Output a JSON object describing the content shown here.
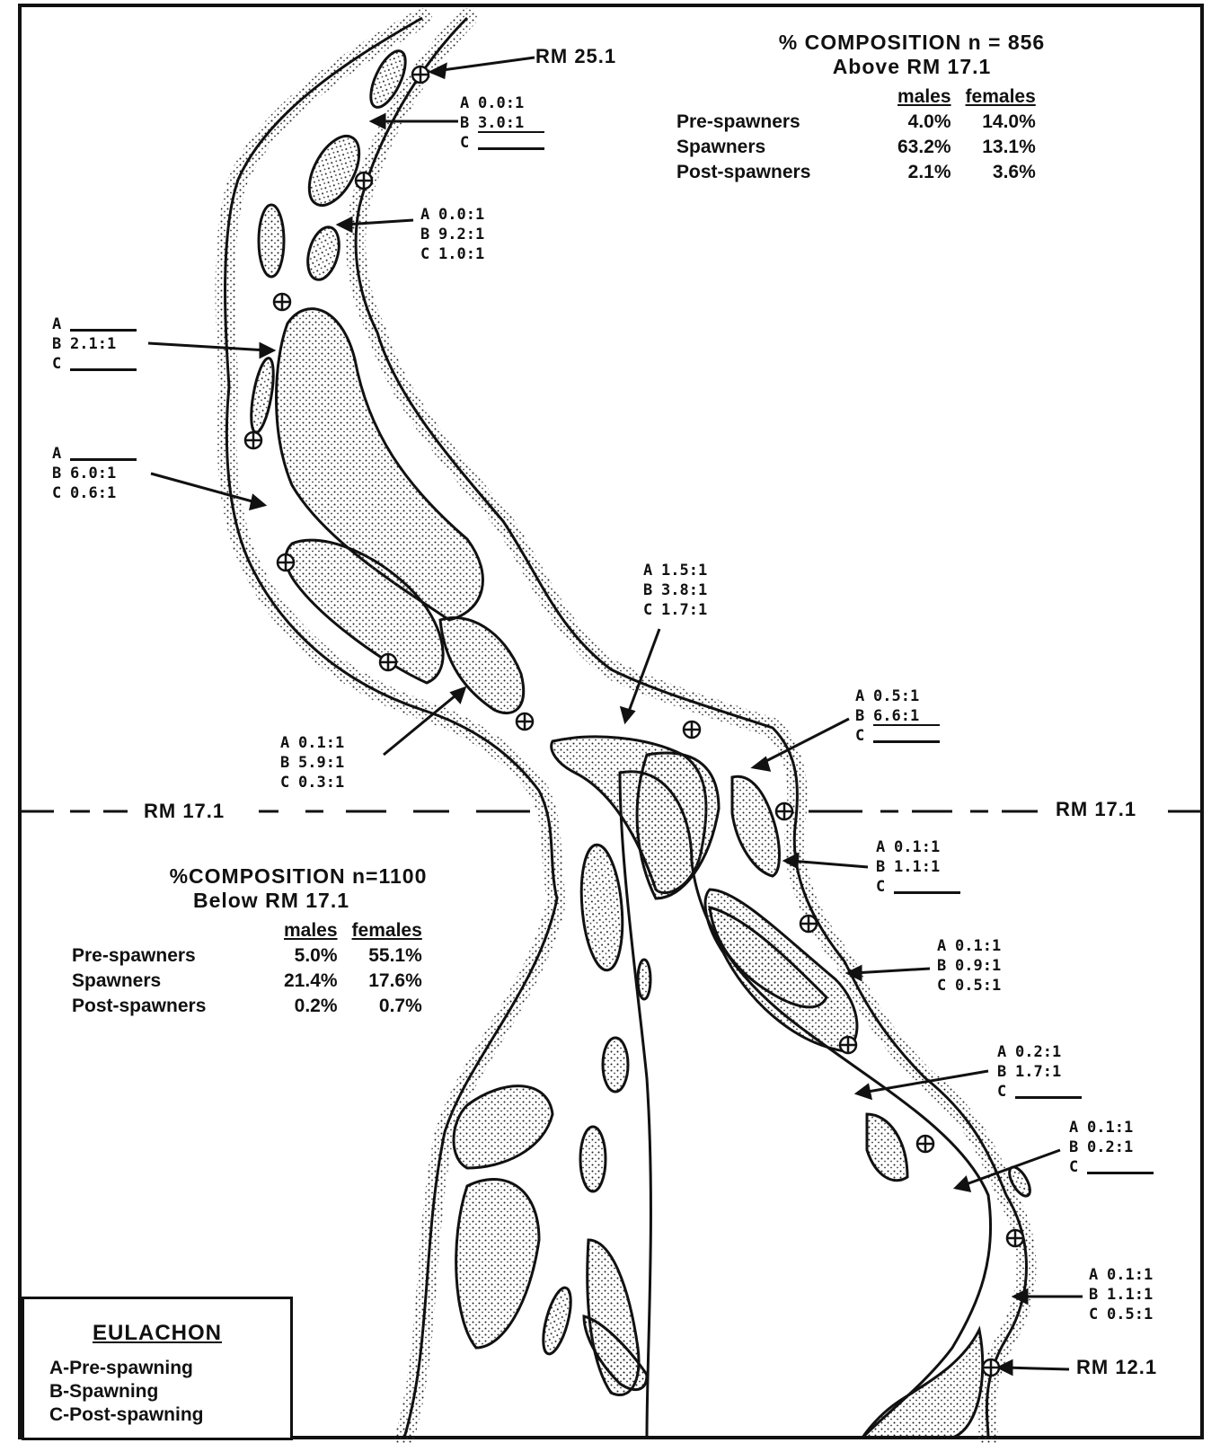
{
  "river_marks": {
    "rm_top": "RM 25.1",
    "rm_mid_left": "RM 17.1",
    "rm_mid_right": "RM 17.1",
    "rm_bottom": "RM 12.1"
  },
  "above": {
    "title": "% COMPOSITION n = 856",
    "subtitle": "Above RM 17.1",
    "col_males": "males",
    "col_females": "females",
    "rows": [
      {
        "label": "Pre-spawners",
        "males": "4.0%",
        "females": "14.0%"
      },
      {
        "label": "Spawners",
        "males": "63.2%",
        "females": "13.1%"
      },
      {
        "label": "Post-spawners",
        "males": "2.1%",
        "females": "3.6%"
      }
    ]
  },
  "below": {
    "title": "%COMPOSITION n=1100",
    "subtitle": "Below RM 17.1",
    "col_males": "males",
    "col_females": "females",
    "rows": [
      {
        "label": "Pre-spawners",
        "males": "5.0%",
        "females": "55.1%"
      },
      {
        "label": "Spawners",
        "males": "21.4%",
        "females": "17.6%"
      },
      {
        "label": "Post-spawners",
        "males": "0.2%",
        "females": "0.7%"
      }
    ]
  },
  "stations": [
    {
      "a": "0.0:1",
      "b": "3.0:1",
      "c": ""
    },
    {
      "a": "0.0:1",
      "b": "9.2:1",
      "c": "1.0:1"
    },
    {
      "a": "",
      "b": "2.1:1",
      "c": ""
    },
    {
      "a": "",
      "b": "6.0:1",
      "c": "0.6:1"
    },
    {
      "a": "1.5:1",
      "b": "3.8:1",
      "c": "1.7:1"
    },
    {
      "a": "0.1:1",
      "b": "5.9:1",
      "c": "0.3:1"
    },
    {
      "a": "0.5:1",
      "b": "6.6:1",
      "c": ""
    },
    {
      "a": "0.1:1",
      "b": "1.1:1",
      "c": ""
    },
    {
      "a": "0.1:1",
      "b": "0.9:1",
      "c": "0.5:1"
    },
    {
      "a": "0.2:1",
      "b": "1.7:1",
      "c": ""
    },
    {
      "a": "0.1:1",
      "b": "0.2:1",
      "c": ""
    },
    {
      "a": "0.1:1",
      "b": "1.1:1",
      "c": "0.5:1"
    }
  ],
  "station_keys": {
    "a": "A",
    "b": "B",
    "c": "C"
  },
  "legend": {
    "title": "EULACHON",
    "items": [
      "A-Pre-spawning",
      "B-Spawning",
      "C-Post-spawning"
    ]
  }
}
